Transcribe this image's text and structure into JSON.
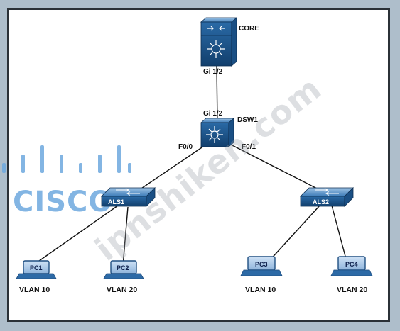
{
  "watermark": "ipnshiken.com",
  "logo": "CISCO",
  "colors": {
    "device_blue": "#1f5f9a",
    "link": "#111111",
    "logo_blue": "#6ea9df"
  },
  "devices": {
    "core": {
      "label": "CORE",
      "icon": "multilayer-switch-icon"
    },
    "dsw1": {
      "label": "DSW1",
      "icon": "multilayer-switch-icon"
    },
    "als1": {
      "label": "ALS1",
      "icon": "switch-icon"
    },
    "als2": {
      "label": "ALS2",
      "icon": "switch-icon"
    },
    "pc1": {
      "label": "PC1",
      "vlan": "VLAN 10",
      "icon": "laptop-icon"
    },
    "pc2": {
      "label": "PC2",
      "vlan": "VLAN 20",
      "icon": "laptop-icon"
    },
    "pc3": {
      "label": "PC3",
      "vlan": "VLAN 10",
      "icon": "laptop-icon"
    },
    "pc4": {
      "label": "PC4",
      "vlan": "VLAN 20",
      "icon": "laptop-icon"
    }
  },
  "ports": {
    "core_down": "Gi 1/2",
    "dsw1_up": "Gi 1/2",
    "dsw1_left": "F0/0",
    "dsw1_right": "F0/1"
  }
}
